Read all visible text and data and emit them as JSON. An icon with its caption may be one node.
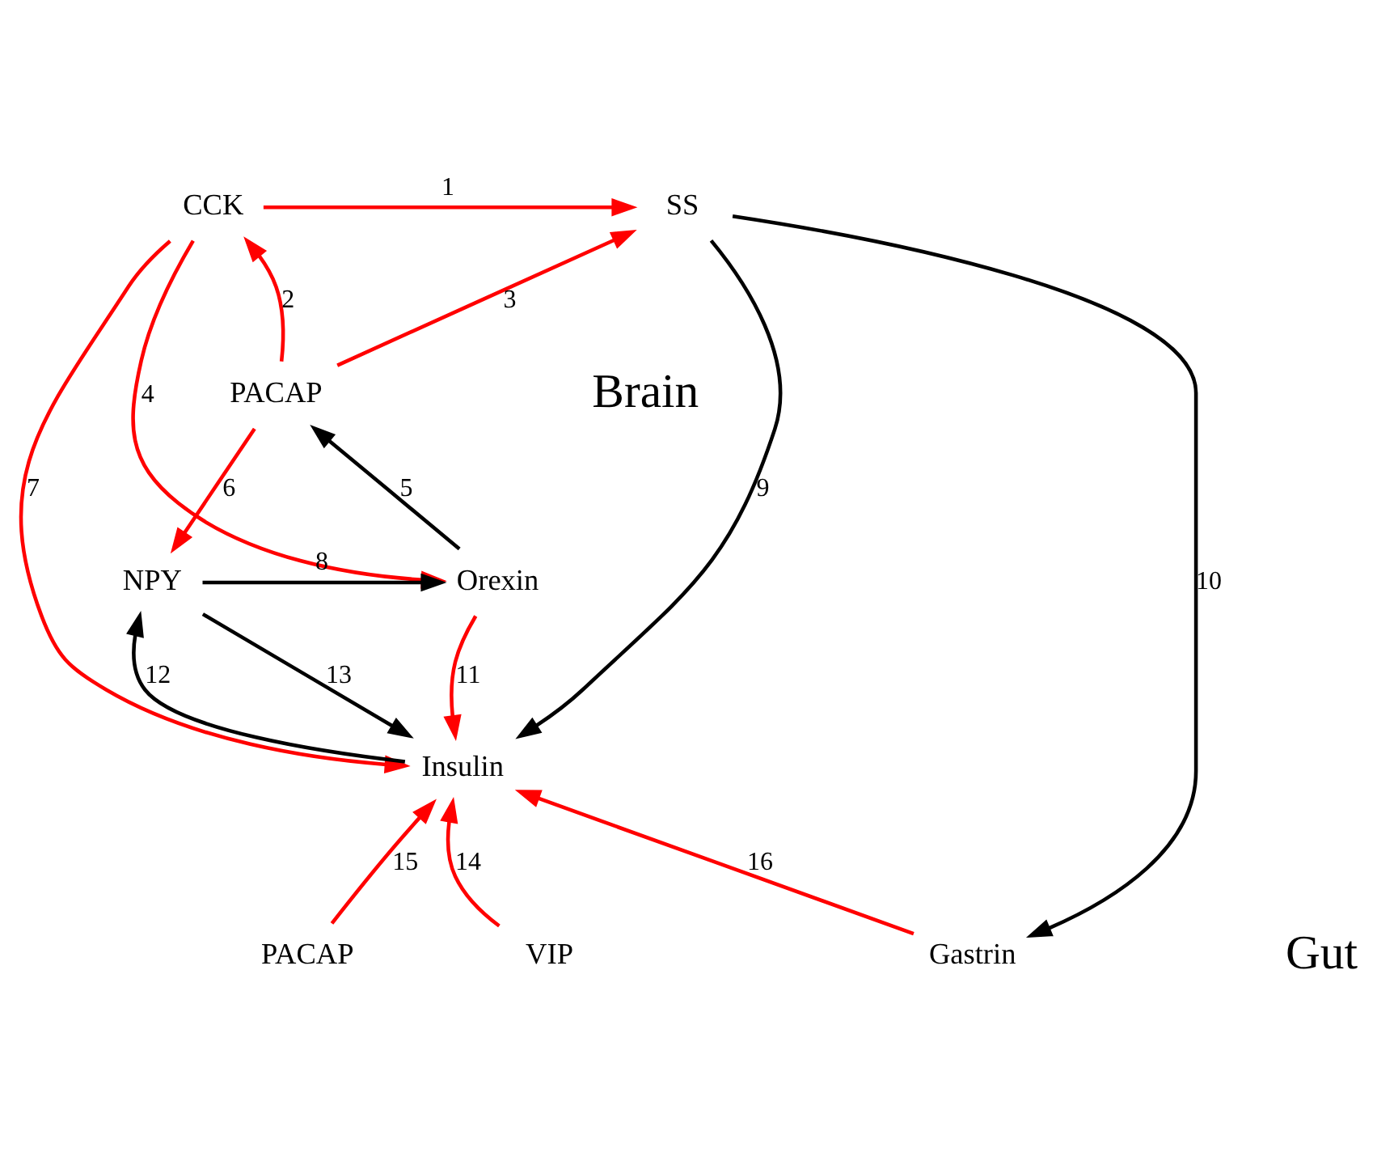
{
  "diagram": {
    "nodes": [
      {
        "text": [
          "CCK"
        ]
      },
      {
        "text": [
          "SS"
        ]
      },
      {
        "text": [
          "PACAP"
        ]
      },
      {
        "text": [
          "Orexin"
        ]
      },
      {
        "text": [
          "NPY"
        ]
      },
      {
        "text": [
          "Insulin"
        ]
      },
      {
        "text": [
          "VIP"
        ]
      },
      {
        "text": [
          "PACAP"
        ]
      },
      {
        "text": [
          "Gastrin"
        ]
      }
    ],
    "edges": [
      {
        "from": 0,
        "to": 1,
        "arrow": "to",
        "label": "1"
      },
      {
        "from": 2,
        "to": 0,
        "arrow": "to",
        "label": "2"
      },
      {
        "from": 2,
        "to": 1,
        "arrow": "to",
        "label": "3"
      },
      {
        "from": 0,
        "to": 3,
        "arrow": "to",
        "label": "4"
      },
      {
        "from": 3,
        "to": 2,
        "arrow": "to",
        "label": "5",
        "color": "#000000"
      },
      {
        "from": 2,
        "to": 4,
        "arrow": "to",
        "label": "6"
      },
      {
        "from": 0,
        "to": 5,
        "arrow": "to",
        "label": "7"
      },
      {
        "from": 4,
        "to": 3,
        "arrow": "to",
        "label": "8",
        "color": "#000000"
      },
      {
        "from": 1,
        "to": 5,
        "arrow": "to",
        "label": "9",
        "color": "#000000"
      },
      {
        "from": 1,
        "to": 8,
        "arrow": "to",
        "label": "10",
        "color": "#000000"
      },
      {
        "from": 3,
        "to": 5,
        "arrow": "to",
        "label": "11"
      },
      {
        "from": 5,
        "to": 4,
        "arrow": "to",
        "label": "12",
        "color": "#000000"
      },
      {
        "from": 4,
        "to": 5,
        "arrow": "to",
        "label": "13",
        "color": "#000000"
      },
      {
        "from": 6,
        "to": 5,
        "arrow": "to",
        "label": "14"
      },
      {
        "from": 7,
        "to": 5,
        "arrow": "to",
        "label": "15"
      },
      {
        "from": 8,
        "to": 5,
        "arrow": "to",
        "label": "16"
      }
    ],
    "labels": [
      "Brain",
      "Gut"
    ]
  }
}
